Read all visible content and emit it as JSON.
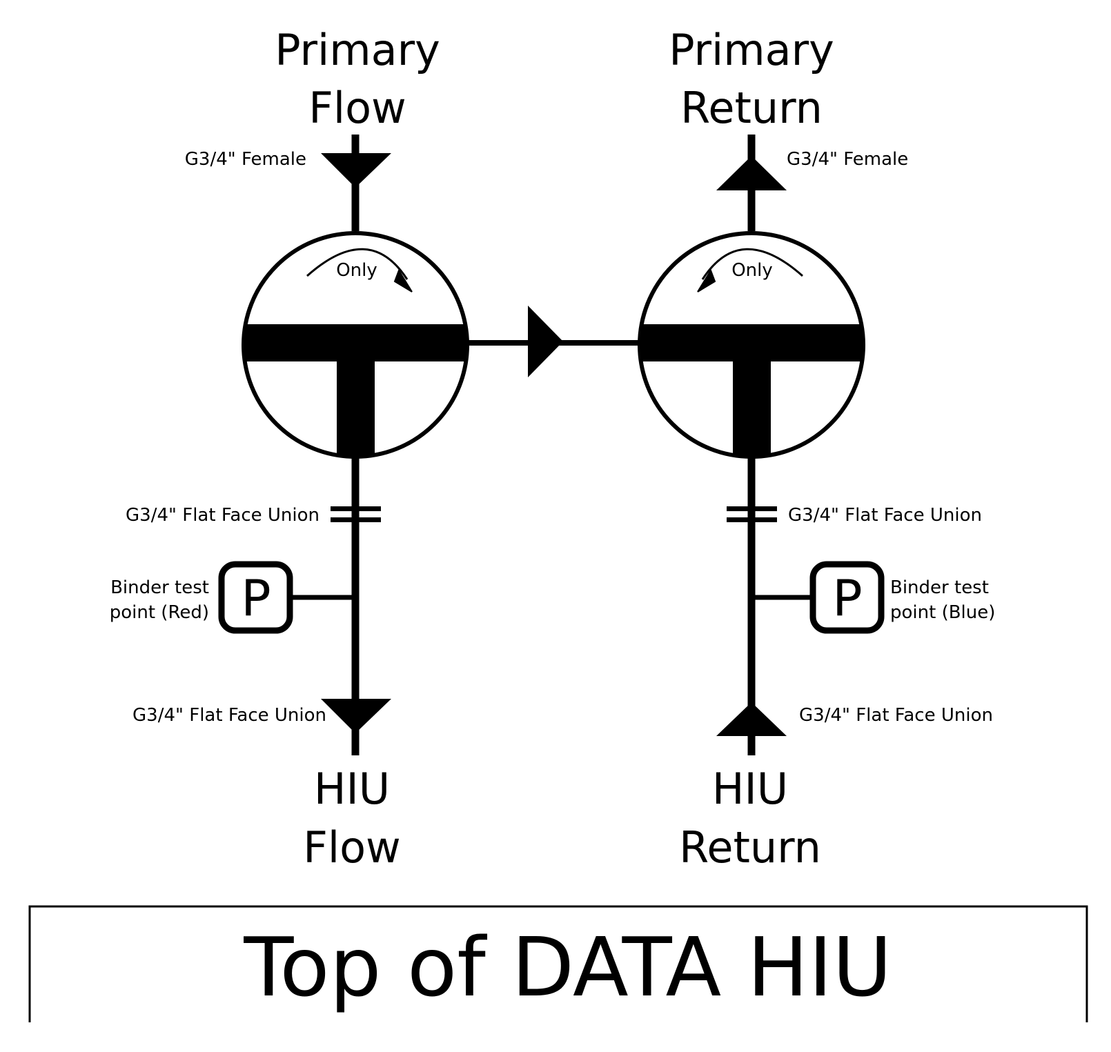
{
  "colors": {
    "ink": "#000000",
    "background": "#ffffff"
  },
  "labels": {
    "primary_flow": [
      "Primary",
      "Flow"
    ],
    "primary_return": [
      "Primary",
      "Return"
    ],
    "hiu_flow": [
      "HIU",
      "Flow"
    ],
    "hiu_return": [
      "HIU",
      "Return"
    ],
    "female_left": "G3/4\" Female",
    "female_right": "G3/4\" Female",
    "union_left_upper": "G3/4\" Flat Face Union",
    "union_right_upper": "G3/4\" Flat Face Union",
    "union_left_lower": "G3/4\" Flat Face Union",
    "union_right_lower": "G3/4\" Flat Face Union",
    "test_point_red": [
      "Binder test",
      "point (Red)"
    ],
    "test_point_blue": [
      "Binder test",
      "point (Blue)"
    ],
    "test_point_symbol_left": "P",
    "test_point_symbol_right": "P",
    "valve_left_note": "Only",
    "valve_right_note": "Only",
    "footer_title": "Top of DATA HIU"
  },
  "icons": {
    "valve": "three-way-ball-valve-icon",
    "test_point": "pressure-test-point-icon",
    "union": "flat-face-union-icon",
    "flow_arrow": "flow-direction-arrow-icon"
  }
}
